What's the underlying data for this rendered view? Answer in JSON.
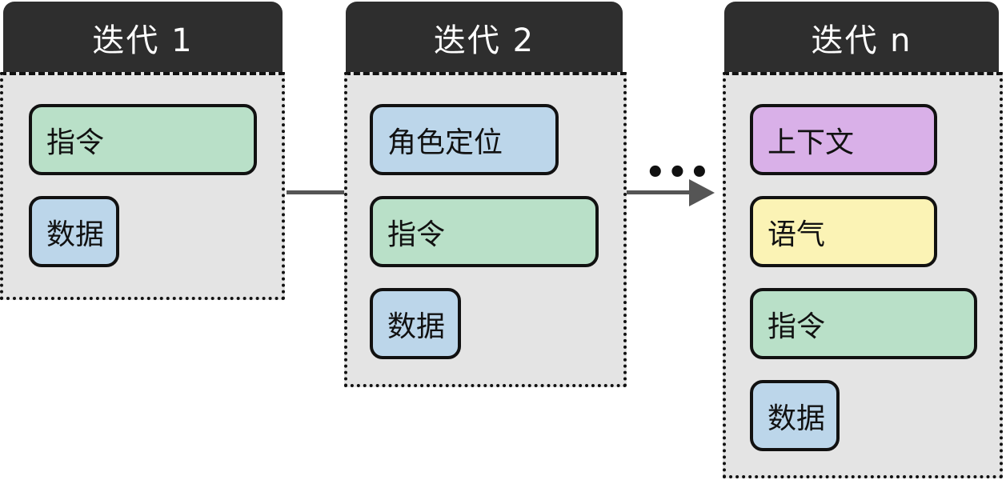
{
  "iterations": [
    {
      "title": "迭代 1",
      "items": [
        "指令",
        "数据"
      ]
    },
    {
      "title": "迭代 2",
      "items": [
        "角色定位",
        "指令",
        "数据"
      ]
    },
    {
      "title": "迭代 n",
      "items": [
        "上下文",
        "语气",
        "指令",
        "数据"
      ]
    }
  ],
  "ellipsis": "•••",
  "colors": {
    "header": "#2e2e2e",
    "panel": "#e4e4e4",
    "instruction": "#b9e0c8",
    "data": "#bcd6ea",
    "context": "#d9b0e8",
    "tone": "#fbf3b5",
    "role": "#bcd6ea"
  }
}
